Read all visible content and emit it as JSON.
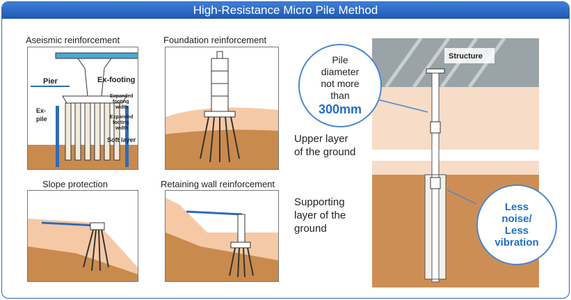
{
  "title": "High-Resistance Micro Pile Method",
  "panels": {
    "aseismic": {
      "title": "Aseismic reinforcement",
      "labels": {
        "pier": "Pier",
        "ex_footing": "Ex-footing",
        "expanded_1": [
          "Expanded",
          "footing",
          "width"
        ],
        "expanded_2": [
          "Expanded",
          "footing",
          "width"
        ],
        "ex_pile": [
          "Ex-",
          "pile"
        ],
        "soft_layer": "Soft layer"
      }
    },
    "foundation": {
      "title": "Foundation reinforcement"
    },
    "slope": {
      "title": "Slope protection"
    },
    "retaining": {
      "title": "Retaining wall reinforcement"
    }
  },
  "main": {
    "structure_label": "Structure",
    "upper_layer": [
      "Upper layer",
      "of the ground"
    ],
    "supporting_layer": [
      "Supporting",
      "layer of the",
      "ground"
    ],
    "callout_diameter": {
      "lines": [
        "Pile",
        "diameter",
        "not more",
        "than"
      ],
      "value": "300mm"
    },
    "callout_noise": {
      "lines": [
        "Less",
        "noise/",
        "Less",
        "vibration"
      ]
    }
  },
  "colors": {
    "title_bar": "#1f58b3",
    "soil_dark": "#c98a4e",
    "soil_light": "#f5c9a6",
    "accent_blue": "#1f6fc9",
    "structure_gray": "#9aa3a8"
  }
}
